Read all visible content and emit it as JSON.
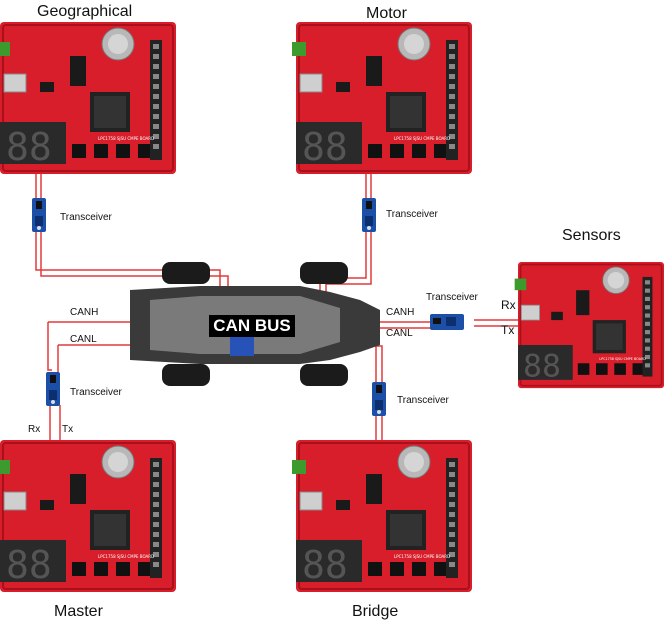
{
  "boards": {
    "geographical": "Geographical",
    "motor": "Motor",
    "sensors": "Sensors",
    "master": "Master",
    "bridge": "Bridge"
  },
  "transceiver_label": "Transceiver",
  "bus": {
    "title": "CAN BUS",
    "canh": "CANH",
    "canl": "CANL"
  },
  "signals": {
    "rx": "Rx",
    "tx": "Tx"
  },
  "board_print": "LPC1758 SJSU CMPE BOARD",
  "colors": {
    "board": "#d81e2a",
    "board_dark": "#a9101b",
    "wire": "#e23a3a",
    "transceiver": "#1c4fa8"
  }
}
